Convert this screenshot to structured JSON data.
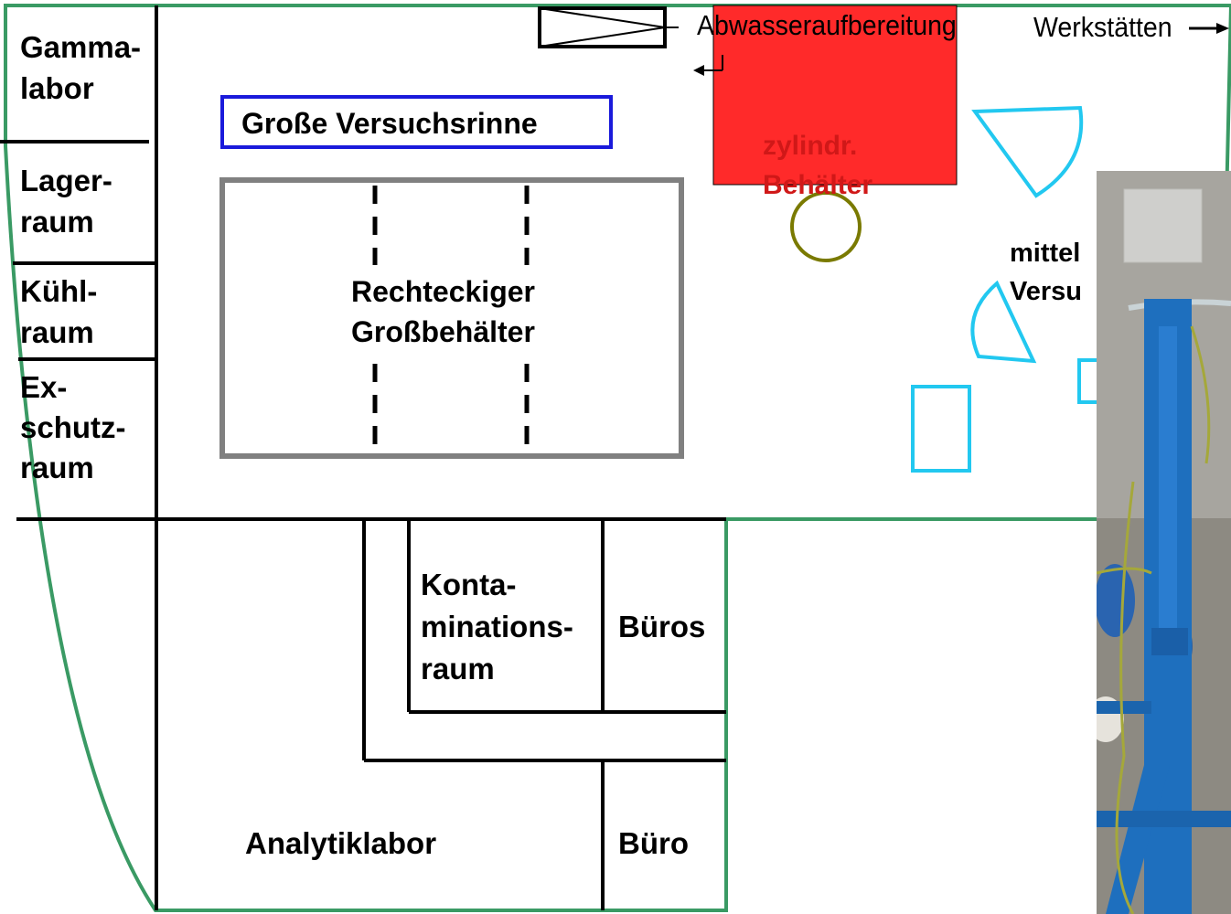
{
  "rooms": {
    "gammalabor": [
      "Gamma-",
      "labor"
    ],
    "lagerraum": [
      "Lager-",
      "raum"
    ],
    "kuehlraum": [
      "Kühl-",
      "raum"
    ],
    "exschutzraum": [
      "Ex-",
      "schutz-",
      "raum"
    ],
    "kontaminationsraum": [
      "Konta-",
      "minations-",
      "raum"
    ],
    "bueros": "Büros",
    "buero": "Büro",
    "analytiklabor": "Analytiklabor"
  },
  "equipment": {
    "grosse_versuchsrinne": "Große Versuchsrinne",
    "grossbehaelter": [
      "Rechteckiger",
      "Großbehälter"
    ],
    "zylindr_behaelter": [
      "zylindr.",
      "Behälter"
    ],
    "mittel_versuch": [
      "mittel",
      "Versu"
    ]
  },
  "exits": {
    "abwasseraufbereitung": "Abwasseraufbereitung",
    "werkstaetten": "Werkstätten"
  },
  "colors": {
    "outline_green": "#3a9a64",
    "rinne_blue": "#1a1adb",
    "tank_gray": "#808080",
    "red_block": "#ff2a2a",
    "red_text": "#d01818",
    "olive_circle": "#7a7a00",
    "cyan": "#22c8f0",
    "photo_blue": "#1e6fbe"
  }
}
